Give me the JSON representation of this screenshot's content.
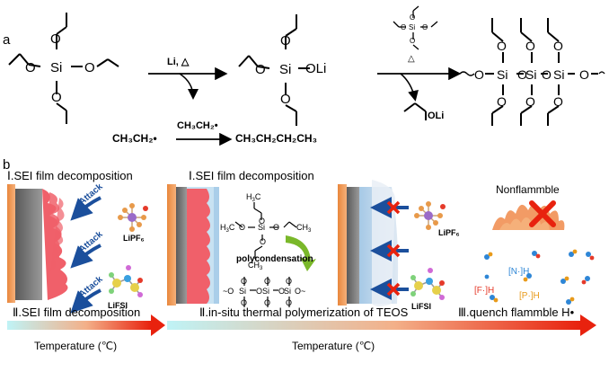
{
  "panel_a_label": "a",
  "panel_b_label": "b",
  "reaction": {
    "reagent": "Li, △",
    "reagent2": "△",
    "leaving_group": "OLi",
    "teos_center": "Si",
    "product_oli": "OLi",
    "radical_reactant": "CH₃CH₂•",
    "radical_reactant2": "CH₃CH₂•",
    "butane": "CH₃CH₂CH₂CH₃"
  },
  "panel_b": {
    "heading_1": "Ⅰ.SEI film decomposition",
    "heading_2": "Ⅰ.SEI film decomposition",
    "heading_3": "Ⅱ.SEI film decomposition",
    "heading_4": "Ⅱ.in-situ thermal polymerization of TEOS",
    "heading_5": "Ⅲ.quench flammble H•",
    "attack": "Attack",
    "lipf6": "LiPF₆",
    "lifsi": "LiFSI",
    "polycondensation": "polycondensation",
    "nonflammable": "Nonflammble",
    "radical_n": "[N·]H",
    "radical_f": "[F·]H",
    "radical_p": "[P·]H",
    "temperature": "Temperature (℃)",
    "colors": {
      "arrow_start": "#a8e6f0",
      "arrow_end": "#e8220e",
      "sei": "#f0606a",
      "radical_n": "#2e86d6",
      "radical_f": "#e53a2a",
      "radical_p": "#e89a1a"
    }
  }
}
